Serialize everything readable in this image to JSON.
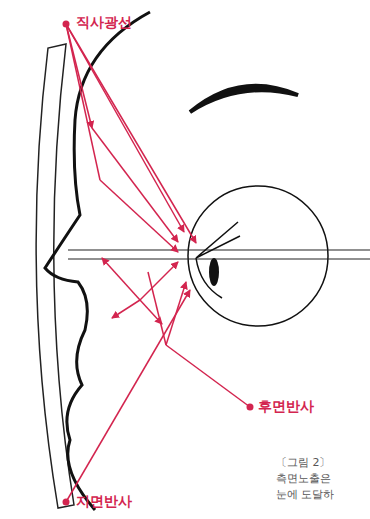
{
  "diagram": {
    "labels": [
      "직사광선",
      "후면반사",
      "지면반사",
      "〔그림 2〕",
      "측면노출은",
      "눈에 도달하"
    ]
  }
}
